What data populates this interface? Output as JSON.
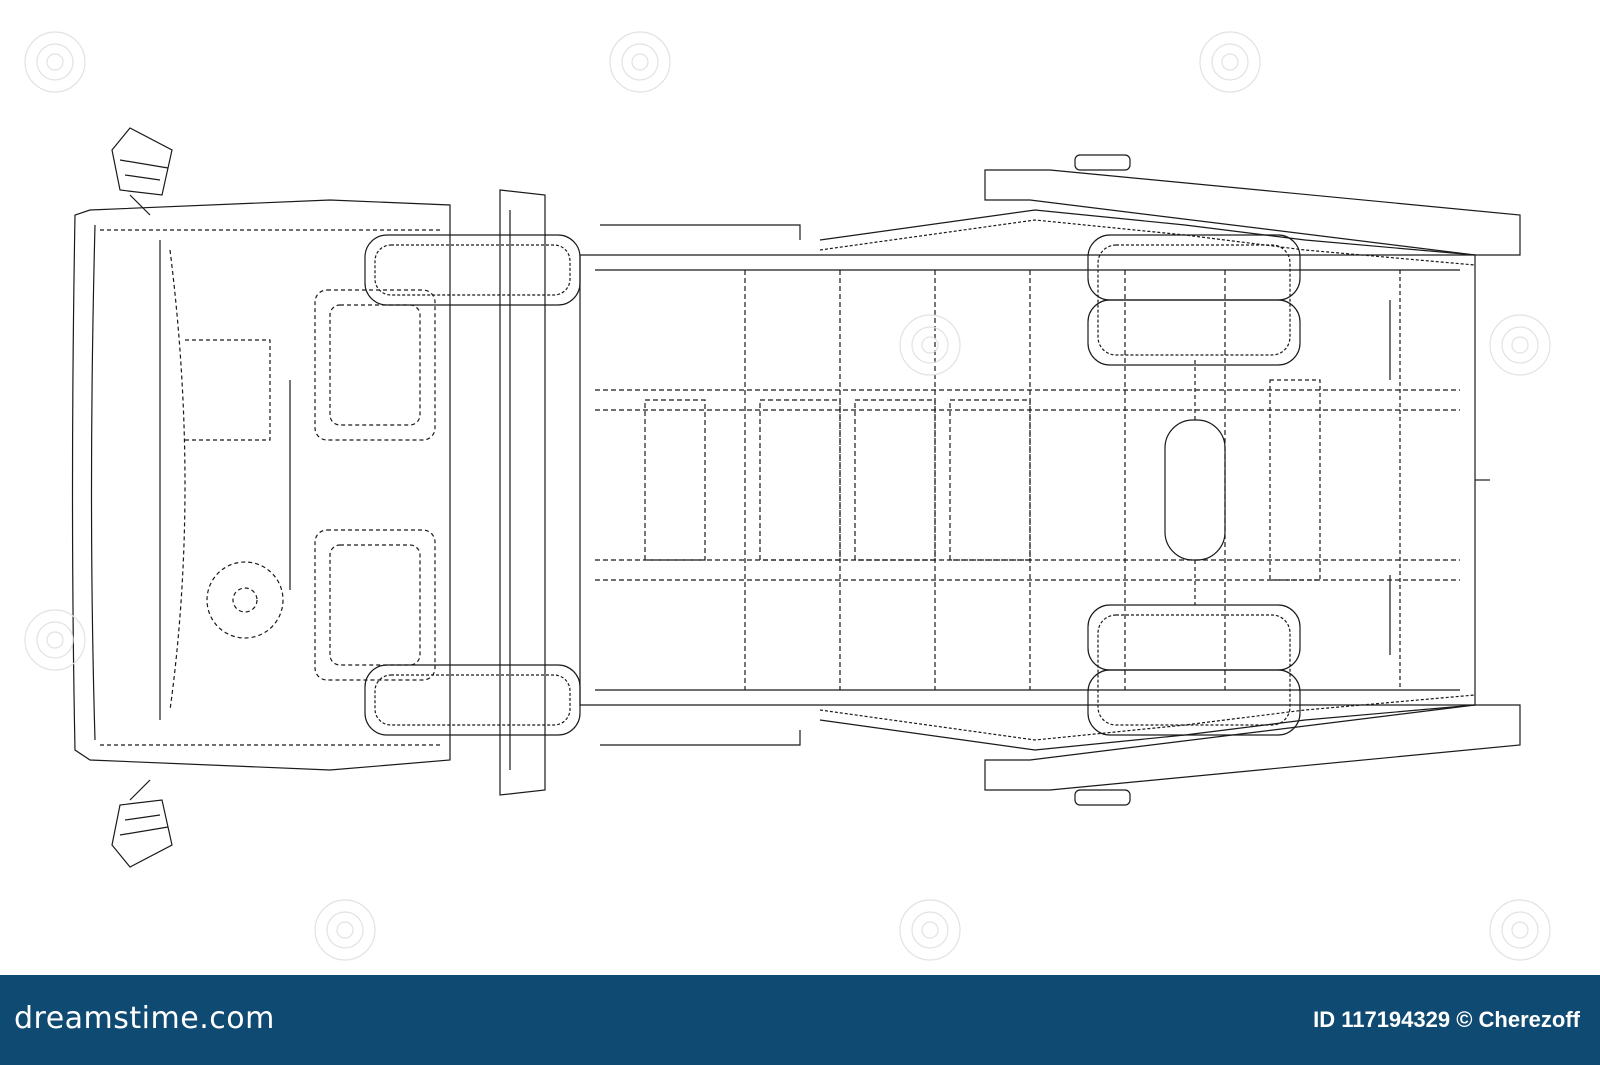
{
  "footer": {
    "logo_text": "dreamstime.com",
    "credit_text": "ID 117194329 © Cherezoff",
    "background_color": "#0f4a73",
    "text_color": "#ffffff"
  },
  "drawing": {
    "style": "wireframe top view of vehicle chassis",
    "line_color": "#1a1a1a",
    "watermark_icon": "dreamstime-spiral-icon"
  }
}
